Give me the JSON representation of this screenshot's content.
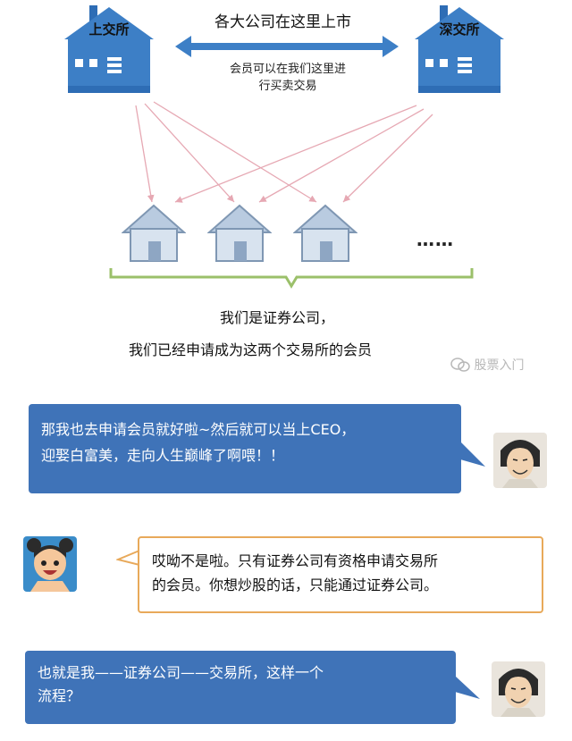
{
  "exchanges": {
    "left": "上交所",
    "right": "深交所"
  },
  "top_caption": "各大公司在这里上市",
  "middle_caption": {
    "line1": "会员可以在我们这里进",
    "line2": "行买卖交易"
  },
  "ellipsis": "……",
  "brokers_text": {
    "line1": "我们是证券公司，",
    "line2": "我们已经申请成为这两个交易所的会员"
  },
  "watermark": "股票入门",
  "dialog": [
    {
      "speaker": "man",
      "line1": "那我也去申请会员就好啦~然后就可以当上CEO，",
      "line2": "迎娶白富美，走向人生巅峰了啊喂！！"
    },
    {
      "speaker": "girl",
      "line1": "哎呦不是啦。只有证券公司有资格申请交易所",
      "line2": "的会员。你想炒股的话，只能通过证券公司。"
    },
    {
      "speaker": "man",
      "line1": "也就是我——证券公司——交易所，这样一个",
      "line2": "流程？"
    }
  ],
  "colors": {
    "exchange_blue": "#3d7fc6",
    "bubble_blue": "#3f73b8",
    "bubble_border": "#e8a95a",
    "brace_green": "#9bc06a",
    "arrow_pink": "#e6a8b3"
  },
  "icons": [
    "house-icon",
    "double-arrow-icon",
    "wechat-icon"
  ]
}
